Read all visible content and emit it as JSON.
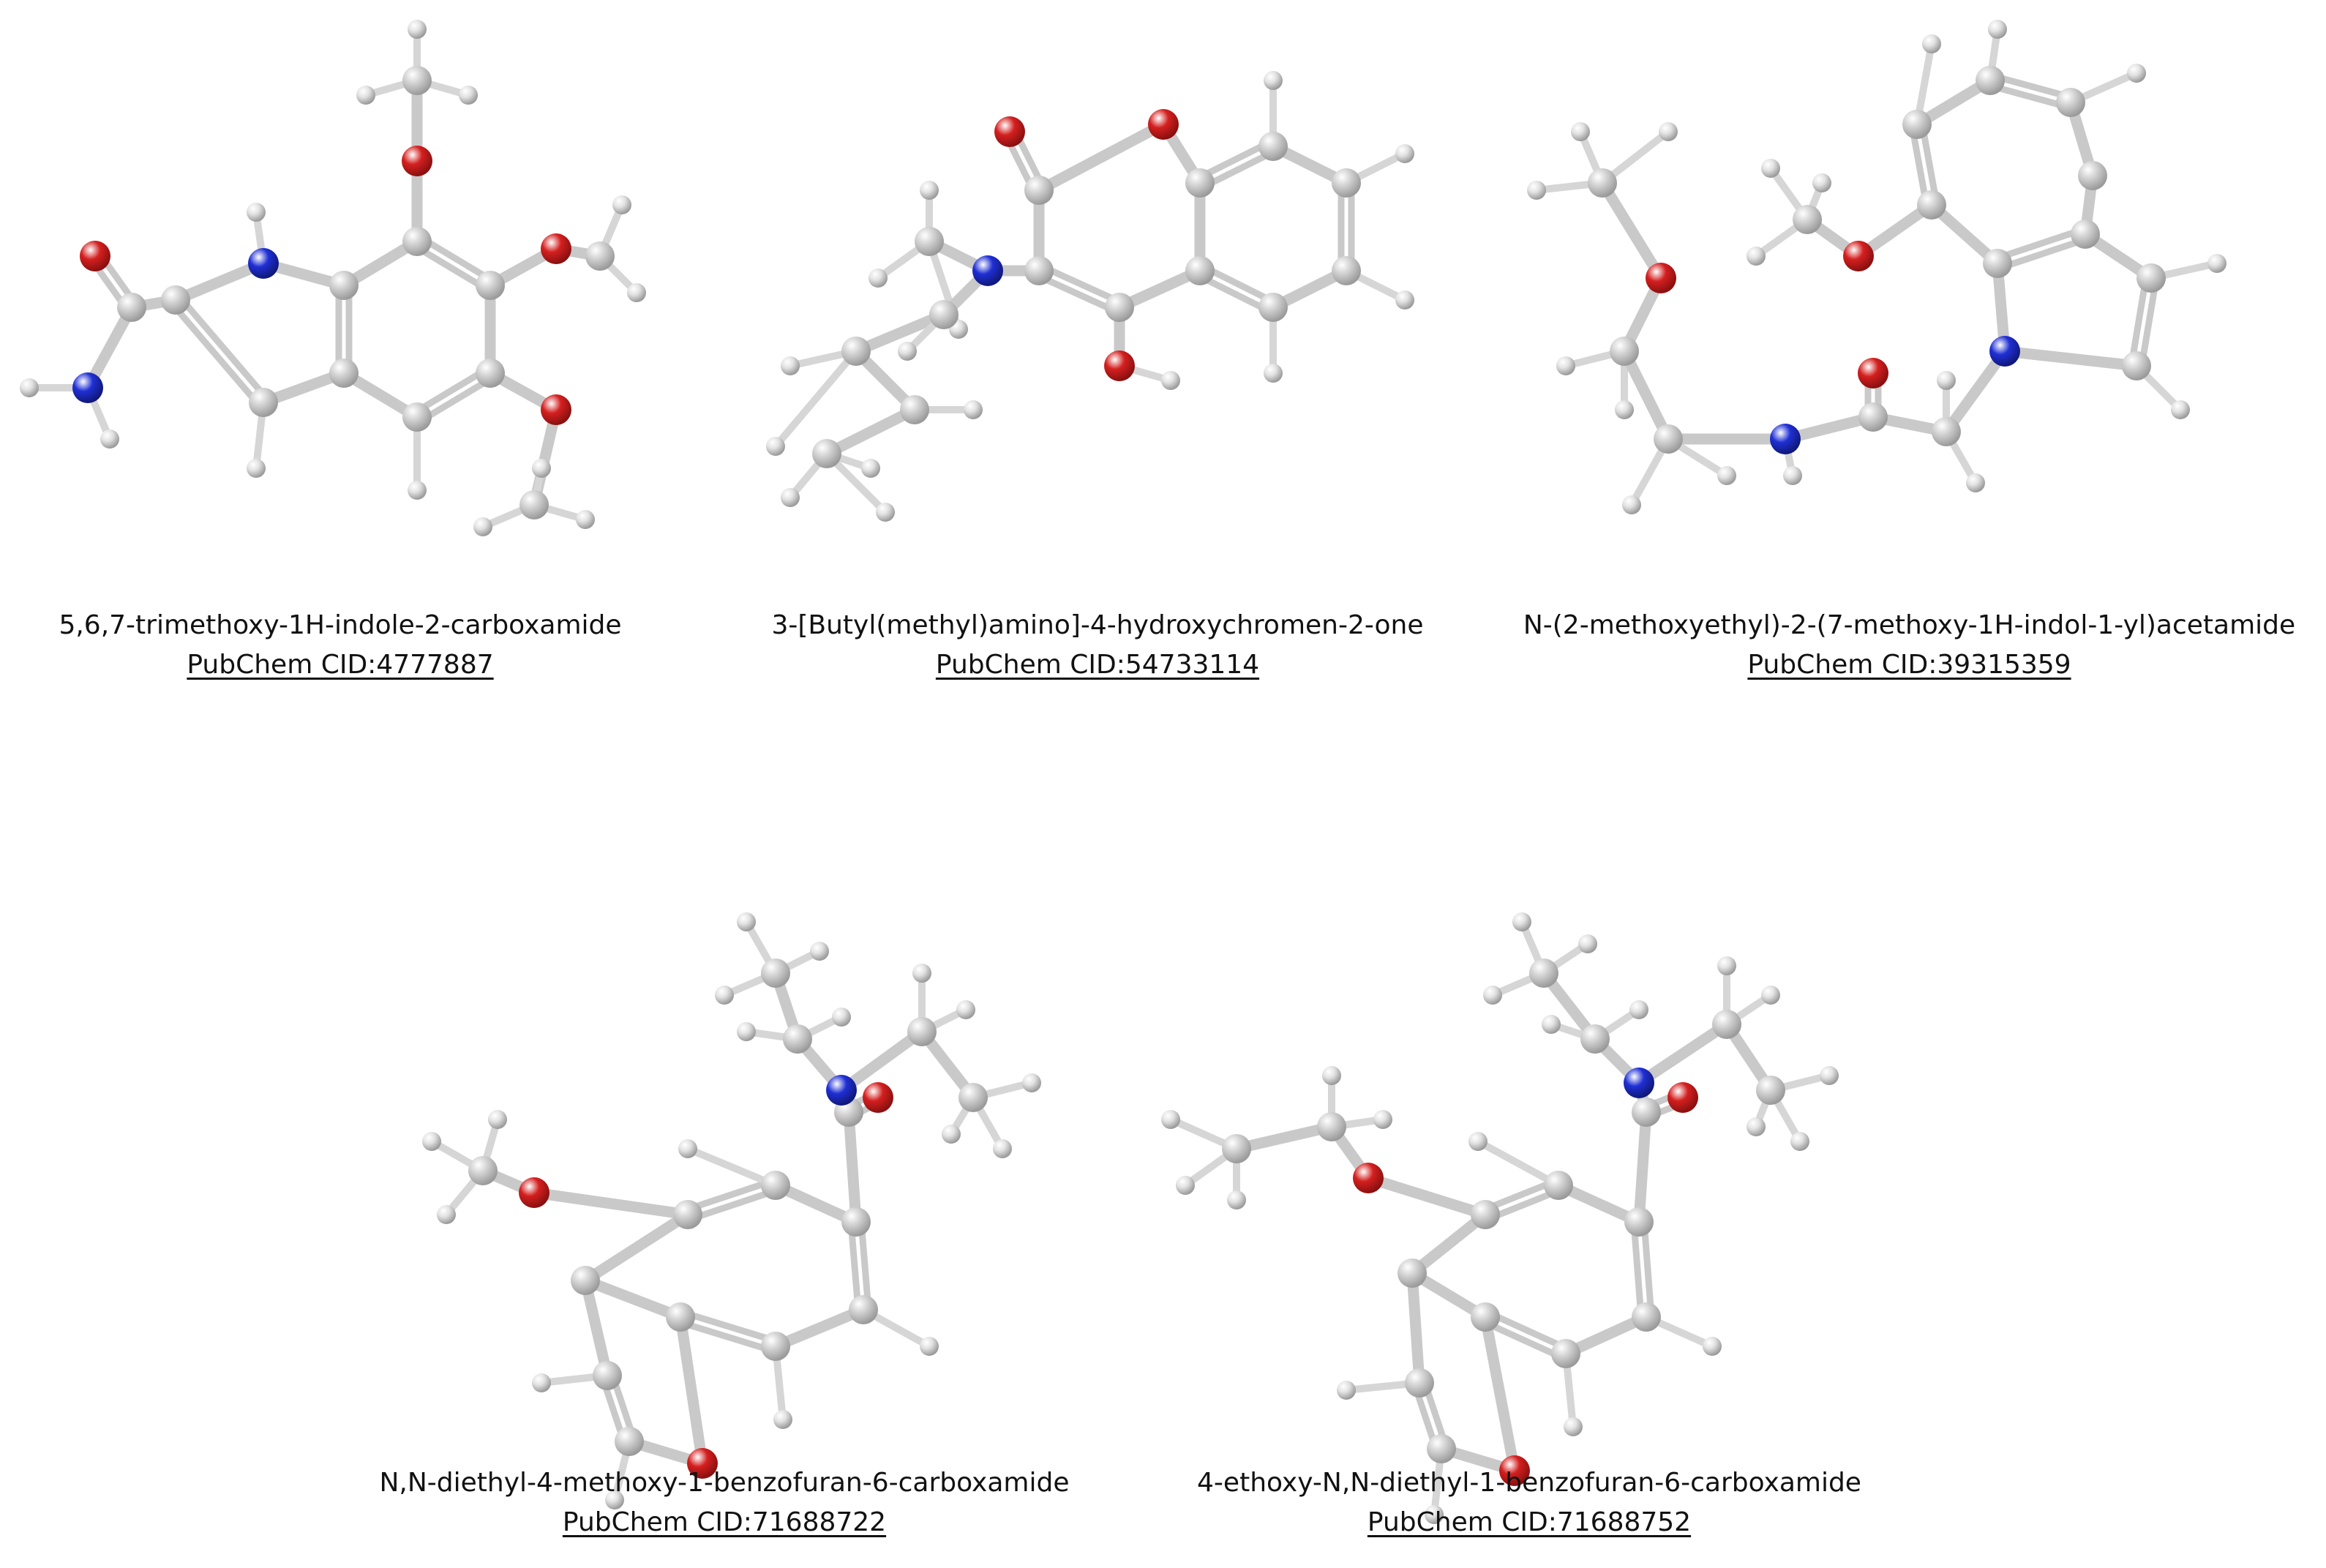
{
  "colors": {
    "carbon": "#d0d0d0",
    "hydrogen": "#e2e2e2",
    "oxygen": "#d41f1f",
    "nitrogen": "#1f2fd4",
    "bond": "#c9c9c9"
  },
  "molecules": [
    {
      "name": "5,6,7-trimethoxy-1H-indole-2-carboxamide",
      "cid_label": "PubChem CID:4777887"
    },
    {
      "name": "3-[Butyl(methyl)amino]-4-hydroxychromen-2-one",
      "cid_label": "PubChem CID:54733114"
    },
    {
      "name": "N-(2-methoxyethyl)-2-(7-methoxy-1H-indol-1-yl)acetamide",
      "cid_label": "PubChem CID:39315359"
    },
    {
      "name": "N,N-diethyl-4-methoxy-1-benzofuran-6-carboxamide",
      "cid_label": "PubChem CID:71688722"
    },
    {
      "name": "4-ethoxy-N,N-diethyl-1-benzofuran-6-carboxamide",
      "cid_label": "PubChem CID:71688752"
    }
  ]
}
